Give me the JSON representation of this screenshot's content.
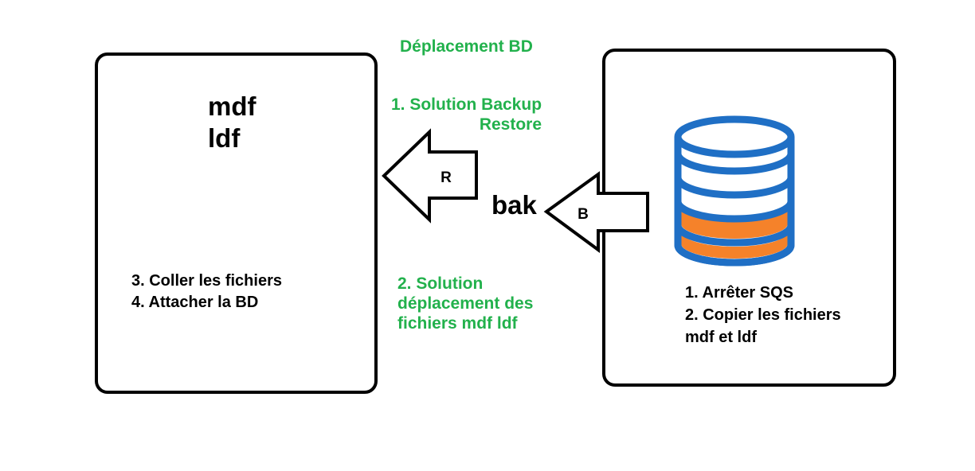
{
  "title": "Déplacement BD",
  "solution_backup": {
    "line1": "1. Solution Backup",
    "line2": "Restore"
  },
  "solution_move": {
    "line1": "2. Solution",
    "line2": "déplacement des",
    "line3": "fichiers mdf ldf"
  },
  "destination": {
    "files": [
      "mdf",
      "ldf"
    ],
    "steps": [
      "3. Coller les fichiers",
      "4. Attacher la BD"
    ]
  },
  "source": {
    "steps": [
      "1. Arrêter SQS",
      "2. Copier les fichiers",
      "mdf et ldf"
    ]
  },
  "backup_file_label": "bak",
  "arrow_restore_label": "R",
  "arrow_backup_label": "B",
  "colors": {
    "green_text": "#22b14c",
    "db_blue": "#1f6fc5",
    "db_orange": "#f5822a",
    "stroke": "#000000"
  }
}
